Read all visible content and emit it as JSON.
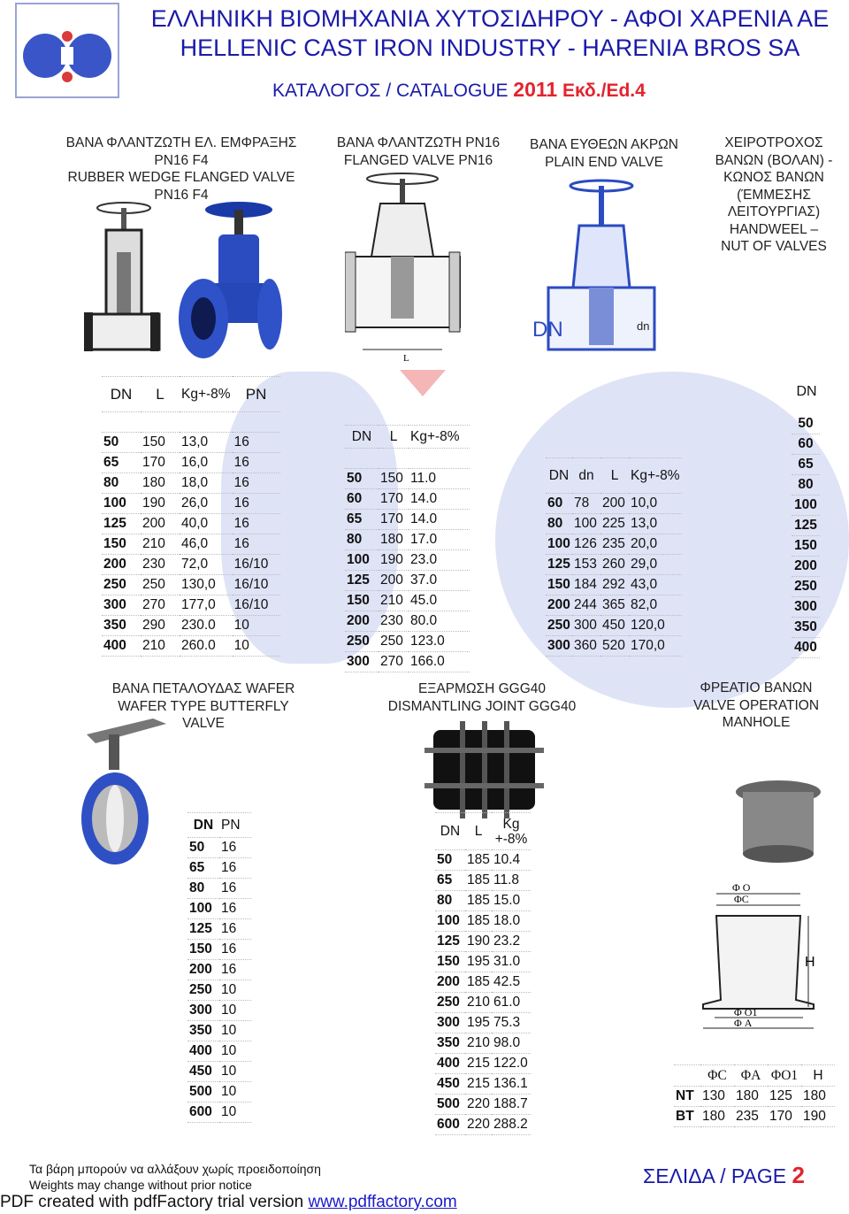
{
  "header": {
    "title_gr": "ΕΛΛΗΝΙΚΗ ΒΙΟΜΗΧΑΝΙΑ ΧΥΤΟΣΙΔΗΡΟΥ - ΑΦΟΙ ΧΑΡΕΝΙΑ ΑΕ",
    "title_en": "HELLENIC CAST IRON INDUSTRY - HARENIA BROS SA",
    "catalogue": "ΚΑΤΑΛΟΓΟΣ  / CATALOGUE ",
    "year": "2011",
    "edition": " Εκδ./Ed.4"
  },
  "colors": {
    "brand_blue": "#1a1aa8",
    "accent_red": "#e3232e",
    "logo_blue": "#3a55c8",
    "logo_red": "#d93a3a"
  },
  "products": {
    "rubber": {
      "heading": [
        "ΒΑΝΑ ΦΛΑΝΤΖΩΤΗ ΕΛ. ΕΜΦΡΑΞΗΣ",
        "PN16 F4",
        "RUBBER WEDGE FLANGED VALVE",
        "PN16 F4"
      ]
    },
    "flanged": {
      "heading": [
        "ΒΑΝΑ ΦΛΑΝΤΖΩΤΗ PN16",
        "FLANGED VALVE PN16"
      ]
    },
    "plain": {
      "heading": [
        "ΒΑΝΑ ΕΥΘΕΩΝ ΑΚΡΩΝ",
        "PLAIN END VALVE"
      ],
      "img_dn": "DN",
      "img_dn_small": "dn"
    },
    "handwheel": {
      "heading": [
        "ΧΕΙΡΟΤΡΟΧΟΣ",
        "ΒΑΝΩΝ (ΒΟΛΑΝ) -",
        "ΚΩΝΟΣ ΒΑΝΩΝ",
        "(ΈΜΜΕΣΗΣ",
        "ΛΕΙΤΟΥΡΓΙΑΣ)",
        "HANDWEEL –",
        "NUT OF VALVES"
      ]
    },
    "wafer": {
      "heading": [
        "ΒΑΝΑ ΠΕΤΑΛΟΥΔΑΣ WAFER",
        "WAFER TYPE BUTTERFLY",
        "VALVE"
      ]
    },
    "joint": {
      "heading": [
        "ΕΞΑΡΜΩΣΗ GGG40",
        "DISMANTLING JOINT GGG40"
      ]
    },
    "manhole": {
      "heading": [
        "ΦΡΕΑΤΙΟ ΒΑΝΩΝ",
        "VALVE OPERATION",
        "MANHOLE"
      ],
      "dims": [
        "Φ O",
        "ΦC",
        "H",
        "Φ O1",
        "Φ A"
      ]
    }
  },
  "table1": {
    "headers": [
      "DN",
      "L",
      "Kg+-8%",
      "PN"
    ],
    "rows": [
      [
        "50",
        "150",
        "13,0",
        "16"
      ],
      [
        "65",
        "170",
        "16,0",
        "16"
      ],
      [
        "80",
        "180",
        "18,0",
        "16"
      ],
      [
        "100",
        "190",
        "26,0",
        "16"
      ],
      [
        "125",
        "200",
        "40,0",
        "16"
      ],
      [
        "150",
        "210",
        "46,0",
        "16"
      ],
      [
        "200",
        "230",
        "72,0",
        "16/10"
      ],
      [
        "250",
        "250",
        "130,0",
        "16/10"
      ],
      [
        "300",
        "270",
        "177,0",
        "16/10"
      ],
      [
        "350",
        "290",
        "230.0",
        "10"
      ],
      [
        "400",
        "210",
        "260.0",
        "10"
      ]
    ]
  },
  "table2": {
    "headers": [
      "DN",
      "L",
      "Kg+-8%"
    ],
    "rows": [
      [
        "50",
        "150",
        "11.0"
      ],
      [
        "60",
        "170",
        "14.0"
      ],
      [
        "65",
        "170",
        "14.0"
      ],
      [
        "80",
        "180",
        "17.0"
      ],
      [
        "100",
        "190",
        "23.0"
      ],
      [
        "125",
        "200",
        "37.0"
      ],
      [
        "150",
        "210",
        "45.0"
      ],
      [
        "200",
        "230",
        "80.0"
      ],
      [
        "250",
        "250",
        "123.0"
      ],
      [
        "300",
        "270",
        "166.0"
      ]
    ]
  },
  "table3": {
    "headers": [
      "DN",
      "dn",
      "L",
      "Kg+-8%"
    ],
    "rows": [
      [
        "60",
        "78",
        "200",
        "10,0"
      ],
      [
        "80",
        "100",
        "225",
        "13,0"
      ],
      [
        "100",
        "126",
        "235",
        "20,0"
      ],
      [
        "125",
        "153",
        "260",
        "29,0"
      ],
      [
        "150",
        "184",
        "292",
        "43,0"
      ],
      [
        "200",
        "244",
        "365",
        "82,0"
      ],
      [
        "250",
        "300",
        "450",
        "120,0"
      ],
      [
        "300",
        "360",
        "520",
        "170,0"
      ]
    ]
  },
  "table4": {
    "header": "DN",
    "values": [
      "50",
      "60",
      "65",
      "80",
      "100",
      "125",
      "150",
      "200",
      "250",
      "300",
      "350",
      "400"
    ]
  },
  "table5": {
    "headers": [
      "DN",
      "PN"
    ],
    "rows": [
      [
        "50",
        "16"
      ],
      [
        "65",
        "16"
      ],
      [
        "80",
        "16"
      ],
      [
        "100",
        "16"
      ],
      [
        "125",
        "16"
      ],
      [
        "150",
        "16"
      ],
      [
        "200",
        "16"
      ],
      [
        "250",
        "10"
      ],
      [
        "300",
        "10"
      ],
      [
        "350",
        "10"
      ],
      [
        "400",
        "10"
      ],
      [
        "450",
        "10"
      ],
      [
        "500",
        "10"
      ],
      [
        "600",
        "10"
      ]
    ]
  },
  "table6": {
    "headers": [
      "DN",
      "L",
      "Kg +-8%"
    ],
    "rows": [
      [
        "50",
        "185",
        "10.4"
      ],
      [
        "65",
        "185",
        "11.8"
      ],
      [
        "80",
        "185",
        "15.0"
      ],
      [
        "100",
        "185",
        "18.0"
      ],
      [
        "125",
        "190",
        "23.2"
      ],
      [
        "150",
        "195",
        "31.0"
      ],
      [
        "200",
        "185",
        "42.5"
      ],
      [
        "250",
        "210",
        "61.0"
      ],
      [
        "300",
        "195",
        "75.3"
      ],
      [
        "350",
        "210",
        "98.0"
      ],
      [
        "400",
        "215",
        "122.0"
      ],
      [
        "450",
        "215",
        "136.1"
      ],
      [
        "500",
        "220",
        "188.7"
      ],
      [
        "600",
        "220",
        "288.2"
      ]
    ]
  },
  "table7": {
    "headers": [
      "",
      "ΦC",
      "ΦA",
      "ΦO1",
      "H"
    ],
    "rows": [
      [
        "NT",
        "130",
        "180",
        "125",
        "180"
      ],
      [
        "BT",
        "180",
        "235",
        "170",
        "190"
      ]
    ]
  },
  "footer": {
    "note_gr": "Τα βάρη μπορούν να αλλάξουν χωρίς προειδοποίηση",
    "note_en": "Weights may change without prior notice",
    "pdf_text": "PDF created with pdfFactory trial version ",
    "pdf_link": "www.pdffactory.com",
    "page_label": "ΣΕΛΙΔΑ / PAGE ",
    "page_num": "2"
  }
}
